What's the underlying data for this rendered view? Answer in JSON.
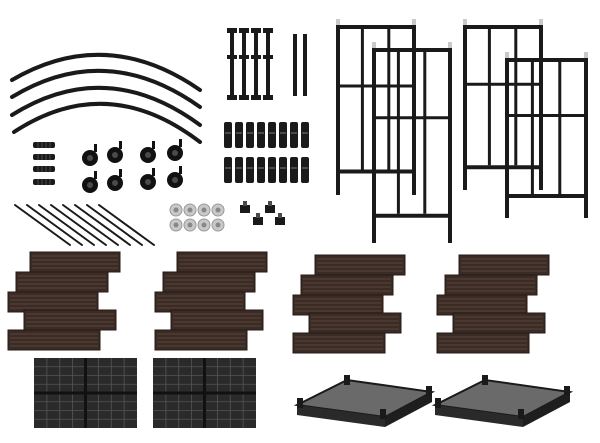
{
  "scene": {
    "description_visible_text": "",
    "colors": {
      "background": "#ffffff",
      "metal": "#1a1a1a",
      "metal_highlight": "#4a4a4a",
      "wood": "#3b2b25",
      "wood_slat": "#5a443c",
      "wood_dark": "#241914",
      "caster": "#111111",
      "chrome": "#c9c9c9",
      "tray": "#2a2a2a",
      "tray_top": "#6a6a6a"
    },
    "part_groups": [
      {
        "name": "curved-arches",
        "count": 4
      },
      {
        "name": "small-rods",
        "count": 6
      },
      {
        "name": "threaded-bolts",
        "count": 4
      },
      {
        "name": "caster-wheels",
        "count": 8
      },
      {
        "name": "long-pins",
        "count": 8
      },
      {
        "name": "chrome-caps",
        "count": 8
      },
      {
        "name": "connectors",
        "count": 20
      },
      {
        "name": "leveling-feet",
        "count": 4
      },
      {
        "name": "ladder-frames",
        "count": 4
      },
      {
        "name": "wood-slat-sets",
        "count": 16
      },
      {
        "name": "grid-plates",
        "count": 2
      },
      {
        "name": "trays",
        "count": 2
      }
    ]
  }
}
